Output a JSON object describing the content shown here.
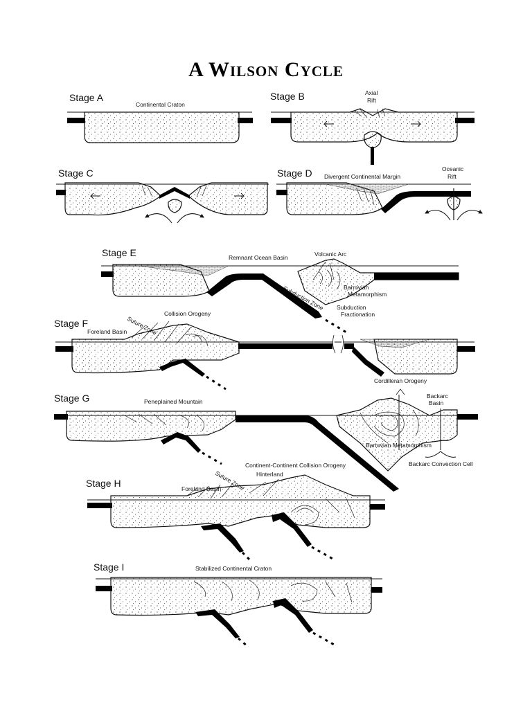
{
  "title": "A Wilson Cycle",
  "stages": [
    {
      "id": "a",
      "label": "Stage A",
      "notes": [
        "Continental Craton"
      ]
    },
    {
      "id": "b",
      "label": "Stage B",
      "notes": [
        "Axial",
        "Rift"
      ]
    },
    {
      "id": "c",
      "label": "Stage C",
      "notes": []
    },
    {
      "id": "d",
      "label": "Stage D",
      "notes": [
        "Divergent Continental Margin",
        "Oceanic",
        "Rift"
      ]
    },
    {
      "id": "e",
      "label": "Stage E",
      "notes": [
        "Remnant Ocean Basin",
        "Volcanic Arc",
        "Barrovian",
        "Metamorphism",
        "Subduction Zone",
        "Subduction",
        "Fractionation"
      ]
    },
    {
      "id": "f",
      "label": "Stage F",
      "notes": [
        "Collision Orogeny",
        "Suture Zone",
        "Foreland Basin"
      ]
    },
    {
      "id": "g",
      "label": "Stage G",
      "notes": [
        "Cordilleran Orogeny",
        "Peneplained Mountain",
        "Backarc",
        "Basin",
        "Barrovian Metamorphism",
        "Backarc Convection Cell"
      ]
    },
    {
      "id": "h",
      "label": "Stage H",
      "notes": [
        "Continent-Continent Collision Orogeny",
        "Hinterland",
        "Suture Zone",
        "Foreland Basin"
      ]
    },
    {
      "id": "i",
      "label": "Stage I",
      "notes": [
        "Stabilized Continental Craton"
      ]
    }
  ]
}
